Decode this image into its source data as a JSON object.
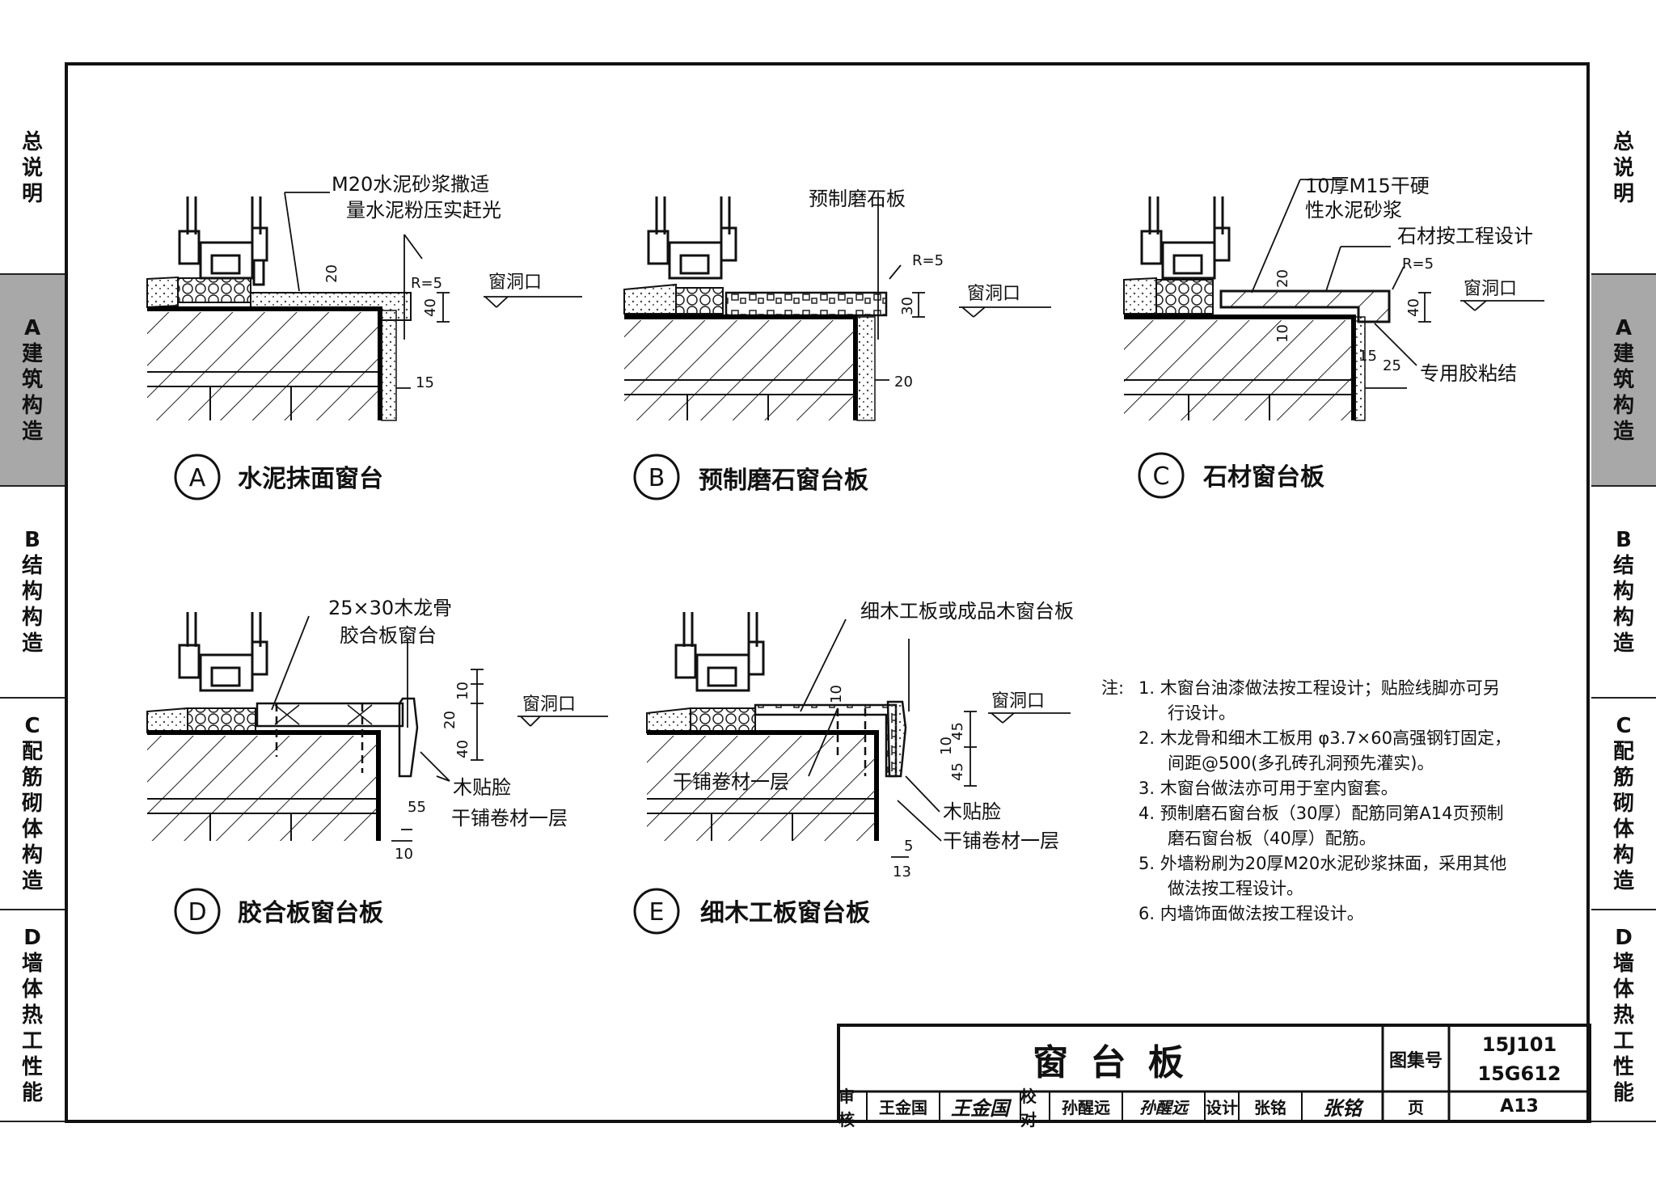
{
  "side_tabs": [
    {
      "label": "总说明",
      "chars": [
        "总",
        "说",
        "明"
      ]
    },
    {
      "label": "A建筑构造",
      "chars": [
        "A",
        "建",
        "筑",
        "构",
        "造"
      ],
      "active": true
    },
    {
      "label": "B结构构造",
      "chars": [
        "B",
        "结",
        "构",
        "构",
        "造"
      ]
    },
    {
      "label": "C配筋砌体构造",
      "chars": [
        "C",
        "配",
        "筋",
        "砌",
        "体",
        "构",
        "造"
      ]
    },
    {
      "label": "D墙体热工性能",
      "chars": [
        "D",
        "墙",
        "体",
        "热",
        "工",
        "性",
        "能"
      ]
    }
  ],
  "details": {
    "A": {
      "letter": "A",
      "title": "水泥抹面窗台",
      "note1": "M20水泥砂浆撒适",
      "note2": "量水泥粉压实赶光",
      "radius": "R=5",
      "opening": "窗洞口",
      "d20": "20",
      "d40": "40",
      "d15": "15"
    },
    "B": {
      "letter": "B",
      "title": "预制磨石窗台板",
      "note1": "预制磨石板",
      "radius": "R=5",
      "opening": "窗洞口",
      "d30": "30",
      "d20": "20"
    },
    "C": {
      "letter": "C",
      "title": "石材窗台板",
      "note1": "10厚M15干硬",
      "note2": "性水泥砂浆",
      "note3": "石材按工程设计",
      "note4": "专用胶粘结",
      "radius": "R=5",
      "opening": "窗洞口",
      "d20": "20",
      "d10": "10",
      "d40": "40",
      "d15": "15",
      "d25": "25"
    },
    "D": {
      "letter": "D",
      "title": "胶合板窗台板",
      "note1": "25×30木龙骨",
      "note2": "胶合板窗台",
      "note3": "木贴脸",
      "note4": "干铺卷材一层",
      "opening": "窗洞口",
      "d10": "10",
      "d20": "20",
      "d40": "40",
      "d55": "55",
      "d10b": "10"
    },
    "E": {
      "letter": "E",
      "title": "细木工板窗台板",
      "note1": "细木工板或成品木窗台板",
      "note2": "干铺卷材一层",
      "note3": "木贴脸",
      "note4": "干铺卷材一层",
      "opening": "窗洞口",
      "d10": "10",
      "d45": "45",
      "d10b": "10",
      "d45b": "45",
      "d5": "5",
      "d13": "13"
    }
  },
  "notes": {
    "label": "注:",
    "lines": [
      "1. 木窗台油漆做法按工程设计；贴脸线脚亦可另",
      "行设计。",
      "2. 木龙骨和细木工板用 φ3.7×60高强钢钉固定，",
      "间距@500(多孔砖孔洞预先灌实)。",
      "3. 木窗台做法亦可用于室内窗套。",
      "4. 预制磨石窗台板（30厚）配筋同第A14页预制",
      "磨石窗台板（40厚）配筋。",
      "5. 外墙粉刷为20厚M20水泥砂浆抹面，采用其他",
      "做法按工程设计。",
      "6. 内墙饰面做法按工程设计。"
    ]
  },
  "title_block": {
    "title": "窗 台 板",
    "atlas_label": "图集号",
    "atlas_1": "15J101",
    "atlas_2": "15G612",
    "review_label": "审核",
    "reviewer": "王金国",
    "reviewer_sign": "王金国",
    "check_label": "校对",
    "checker": "孙醒远",
    "checker_sign": "孙醒远",
    "design_label": "设计",
    "designer": "张铭",
    "designer_sign": "张铭",
    "page_label": "页",
    "page": "A13"
  }
}
